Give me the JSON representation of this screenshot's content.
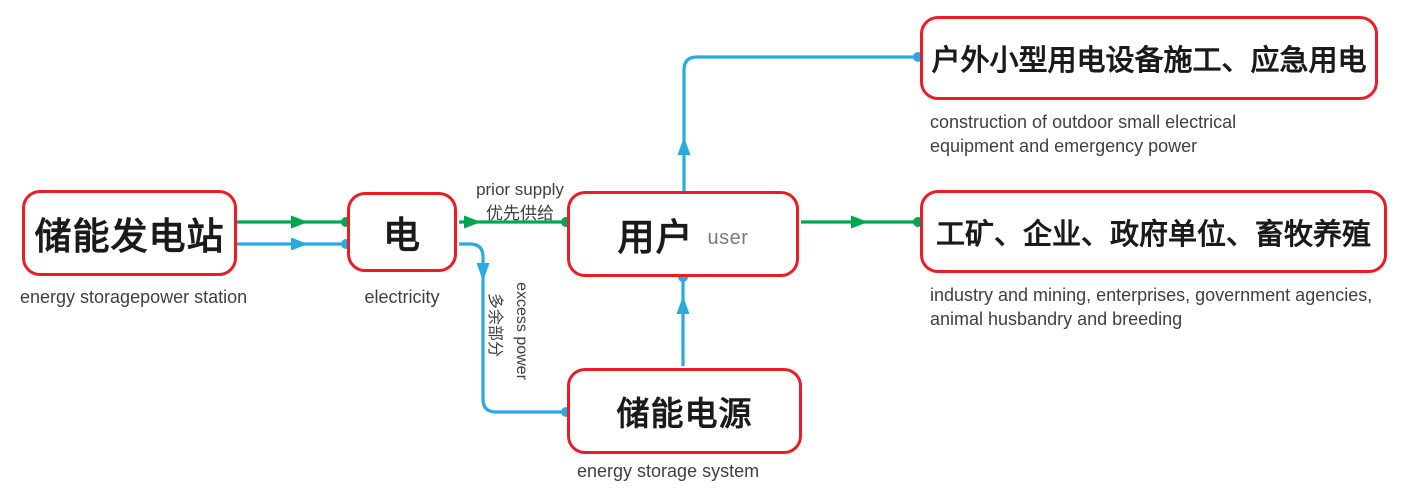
{
  "colors": {
    "red": "#ed1c24",
    "green": "#00a651",
    "blue": "#29abe2",
    "ink": "#1a1a1a",
    "caption": "#3f3f3f",
    "muted": "#7a7a7a"
  },
  "nodes": {
    "station": {
      "label": "储能发电站",
      "caption": "energy storagepower station"
    },
    "electricity": {
      "label": "电",
      "caption": "electricity"
    },
    "user": {
      "label": "用户",
      "sublabel": "user"
    },
    "storage": {
      "label": "储能电源",
      "caption": "energy storage system"
    },
    "outdoor": {
      "label": "户外小型用电设备施工、应急用电",
      "caption_line1": "construction of outdoor small electrical",
      "caption_line2": "equipment and emergency power"
    },
    "industry": {
      "label": "工矿、企业、政府单位、畜牧养殖",
      "caption_line1": "industry and mining, enterprises, government agencies,",
      "caption_line2": "animal husbandry and breeding"
    }
  },
  "edges": {
    "prior_supply": {
      "label_en": "prior supply",
      "label_zh": "优先供给"
    },
    "excess_power": {
      "label_en": "excess power",
      "label_zh": "多余部分"
    }
  }
}
